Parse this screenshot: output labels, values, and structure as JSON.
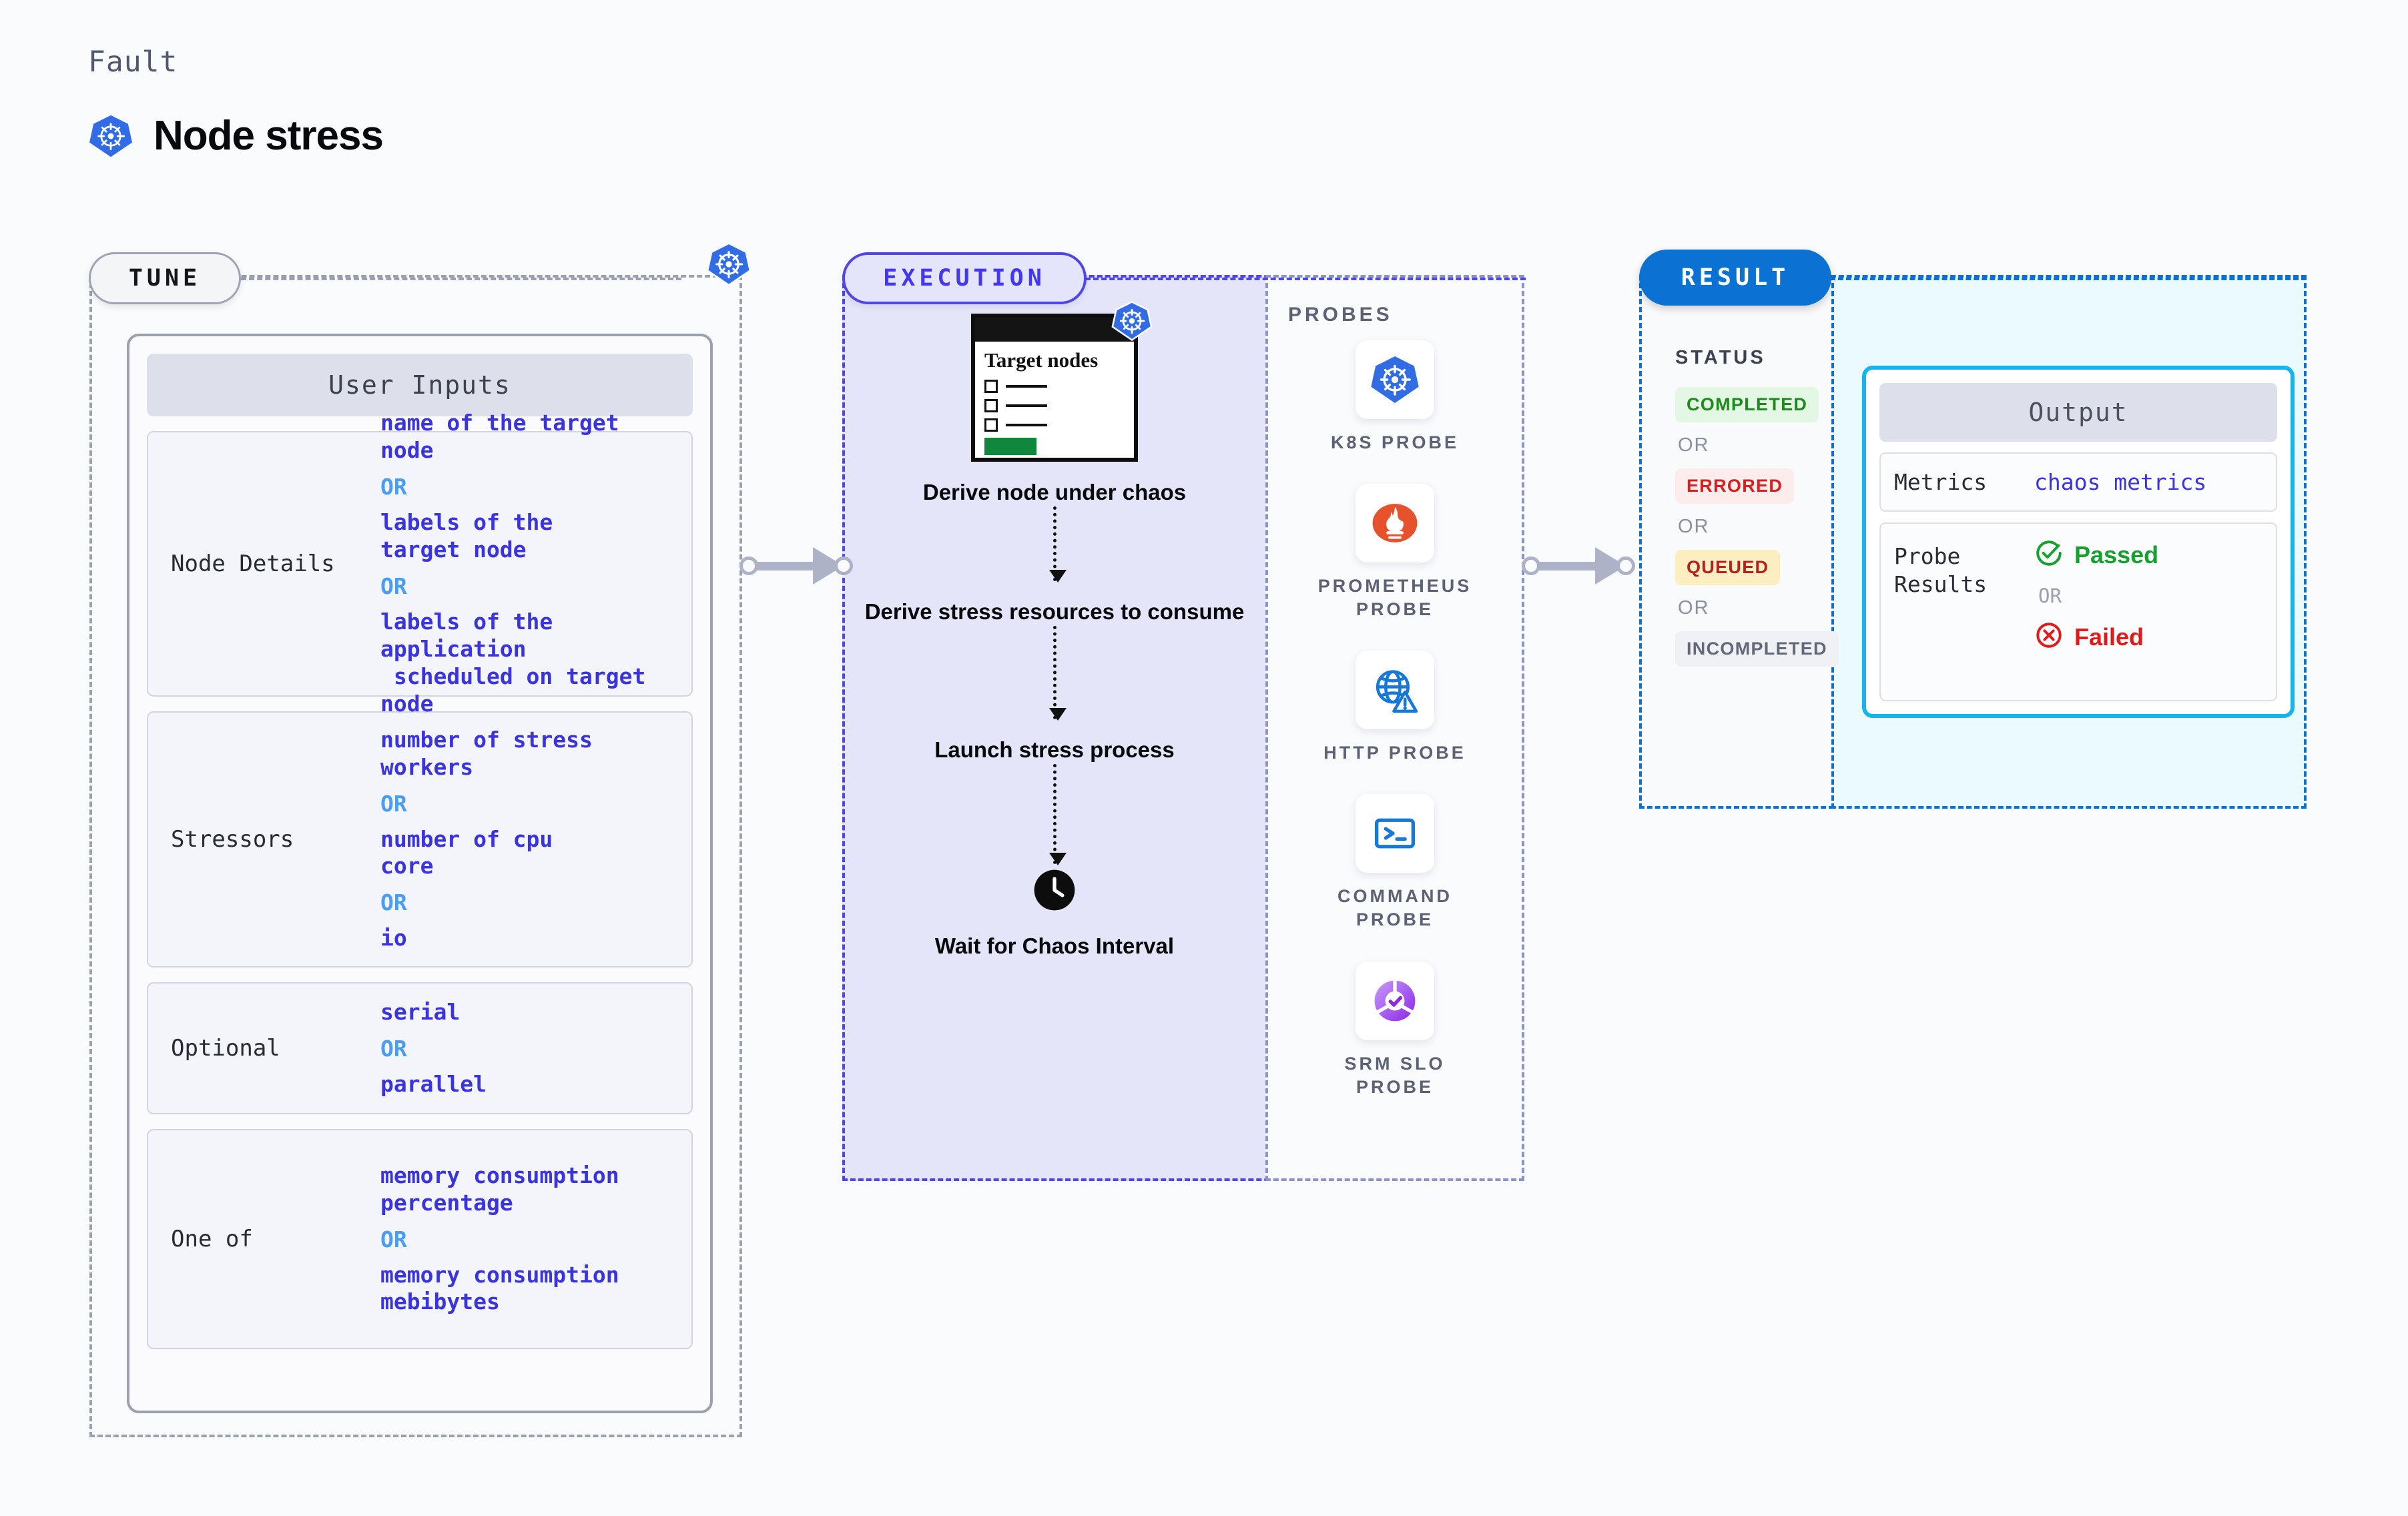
{
  "header": {
    "eyebrow": "Fault",
    "title": "Node stress",
    "icon": "kubernetes-icon"
  },
  "tune": {
    "pill_label": "TUNE",
    "badge_icon": "kubernetes-icon",
    "card_title": "User Inputs",
    "blocks": [
      {
        "label": "Node Details",
        "values": [
          "name of the target\nnode",
          "labels of the\ntarget node",
          "labels of the application\n scheduled on target node"
        ],
        "or_label": "OR"
      },
      {
        "label": "Stressors",
        "values": [
          "number of stress\nworkers",
          "number of cpu\ncore",
          "io"
        ],
        "or_label": "OR"
      },
      {
        "label": "Optional",
        "values": [
          "serial",
          "parallel"
        ],
        "or_label": "OR"
      },
      {
        "label": "One of",
        "values": [
          "memory consumption\npercentage",
          "memory consumption\nmebibytes"
        ],
        "or_label": "OR"
      }
    ]
  },
  "execution": {
    "pill_label": "EXECUTION",
    "card": {
      "title": "Target\nnodes",
      "badge_icon": "kubernetes-icon",
      "rows": 3,
      "button_color": "#10873d"
    },
    "steps": [
      {
        "label": "Derive node under\nchaos"
      },
      {
        "label": "Derive stress\nresources to\nconsume"
      },
      {
        "label": "Launch stress\nprocess"
      },
      {
        "label": "Wait for Chaos\nInterval",
        "icon": "clock-icon"
      }
    ]
  },
  "probes": {
    "title": "PROBES",
    "items": [
      {
        "name": "K8S PROBE",
        "icon": "kubernetes-icon"
      },
      {
        "name": "PROMETHEUS PROBE",
        "icon": "prometheus-flame-icon"
      },
      {
        "name": "HTTP PROBE",
        "icon": "globe-warning-icon"
      },
      {
        "name": "COMMAND PROBE",
        "icon": "terminal-icon"
      },
      {
        "name": "SRM SLO PROBE",
        "icon": "slo-donut-check-icon"
      }
    ]
  },
  "result": {
    "pill_label": "RESULT",
    "status_title": "STATUS",
    "or_label": "OR",
    "statuses": [
      {
        "label": "COMPLETED",
        "bg": "#e4f7e4",
        "fg": "#1d8a1d"
      },
      {
        "label": "ERRORED",
        "bg": "#fdecec",
        "fg": "#d62020"
      },
      {
        "label": "QUEUED",
        "bg": "#fdeec2",
        "fg": "#b52020"
      },
      {
        "label": "INCOMPLETED",
        "bg": "#f0f1f5",
        "fg": "#626879"
      }
    ],
    "output": {
      "title": "Output",
      "metrics_label": "Metrics",
      "metrics_value": "chaos metrics",
      "probe_label": "Probe\nResults",
      "passed_label": "Passed",
      "failed_label": "Failed",
      "or_label": "OR",
      "border_color": "#16b4ef"
    }
  },
  "colors": {
    "indigo": "#4f46e5",
    "value_blue": "#3a33e0",
    "or_blue": "#4a9df0",
    "result_blue": "#0b72d4",
    "k8s_blue": "#326ce5",
    "pass_green": "#16a12f",
    "fail_red": "#e01b1b"
  }
}
